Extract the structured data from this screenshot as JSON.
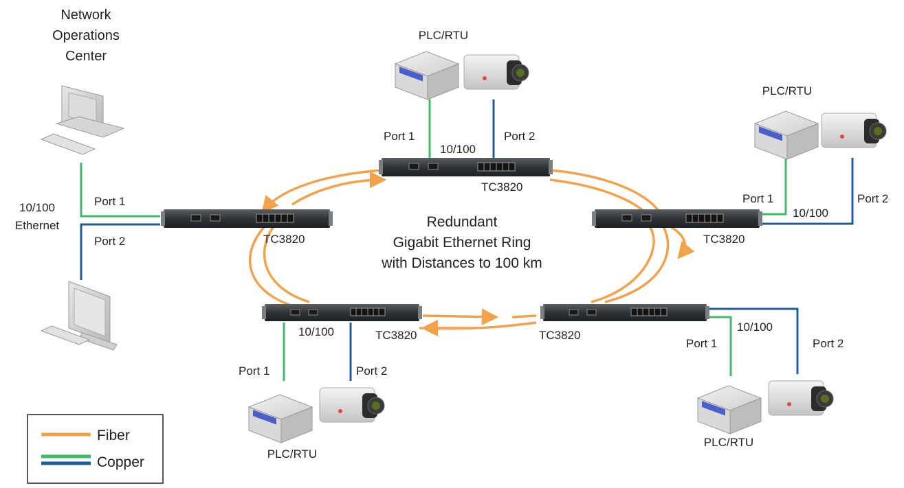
{
  "noc": {
    "title_lines": [
      "Network",
      "Operations",
      "Center"
    ],
    "eth_lines": [
      "10/100",
      "Ethernet"
    ],
    "port1": "Port 1",
    "port2": "Port 2"
  },
  "center": {
    "lines": [
      "Redundant",
      "Gigabit Ethernet Ring",
      "with Distances to 100 km"
    ]
  },
  "switches": {
    "left": "TC3820",
    "top": "TC3820",
    "right": "TC3820",
    "bottom_left": "TC3820",
    "bottom_right": "TC3820"
  },
  "top_site": {
    "device": "PLC/RTU",
    "port1": "Port 1",
    "port2": "Port 2",
    "speed": "10/100"
  },
  "right_site": {
    "device": "PLC/RTU",
    "port1": "Port 1",
    "port2": "Port 2",
    "speed": "10/100"
  },
  "bottom_left_site": {
    "device": "PLC/RTU",
    "port1": "Port 1",
    "port2": "Port 2",
    "speed": "10/100"
  },
  "bottom_right_site": {
    "device": "PLC/RTU",
    "port1": "Port 1",
    "port2": "Port 2",
    "speed": "10/100"
  },
  "legend": {
    "items": [
      {
        "label": "Fiber",
        "color": "#f4a24a"
      },
      {
        "label": "Copper",
        "color": "#3dba6a",
        "color2": "#1f5c99"
      }
    ]
  },
  "colors": {
    "fiber": "#f4a24a",
    "copper_green": "#3dba6a",
    "copper_blue": "#1f5c99"
  }
}
